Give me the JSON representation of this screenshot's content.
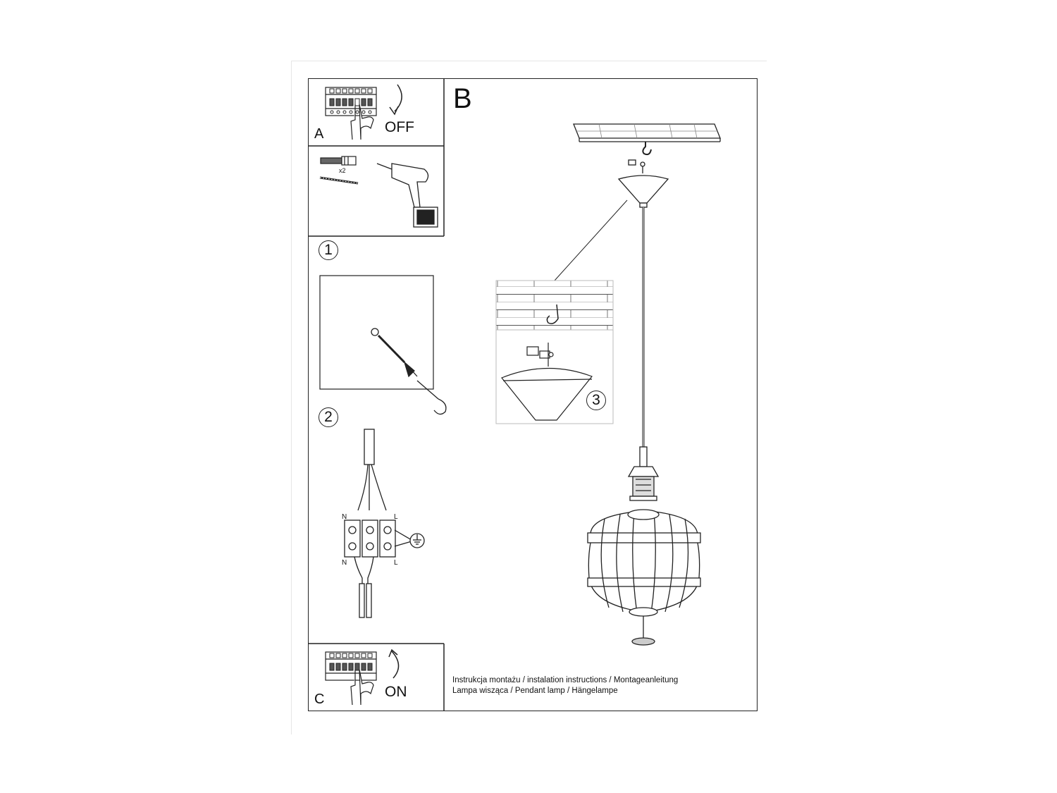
{
  "panel_a": {
    "label": "A",
    "action": "OFF"
  },
  "panel_tools": {
    "quantity": "x2"
  },
  "step1": {
    "number": "1"
  },
  "step2": {
    "number": "2",
    "wire_labels": {
      "neutral_top": "N",
      "live_top": "L",
      "neutral_bottom": "N",
      "live_bottom": "L"
    }
  },
  "panel_c": {
    "label": "C",
    "action": "ON"
  },
  "panel_b": {
    "label": "B",
    "detail_number": "3"
  },
  "caption": {
    "line1": "Instrukcja montażu / instalation instructions / Montageanleitung",
    "line2": "Lampa wisząca / Pendant lamp / Hängelampe"
  }
}
